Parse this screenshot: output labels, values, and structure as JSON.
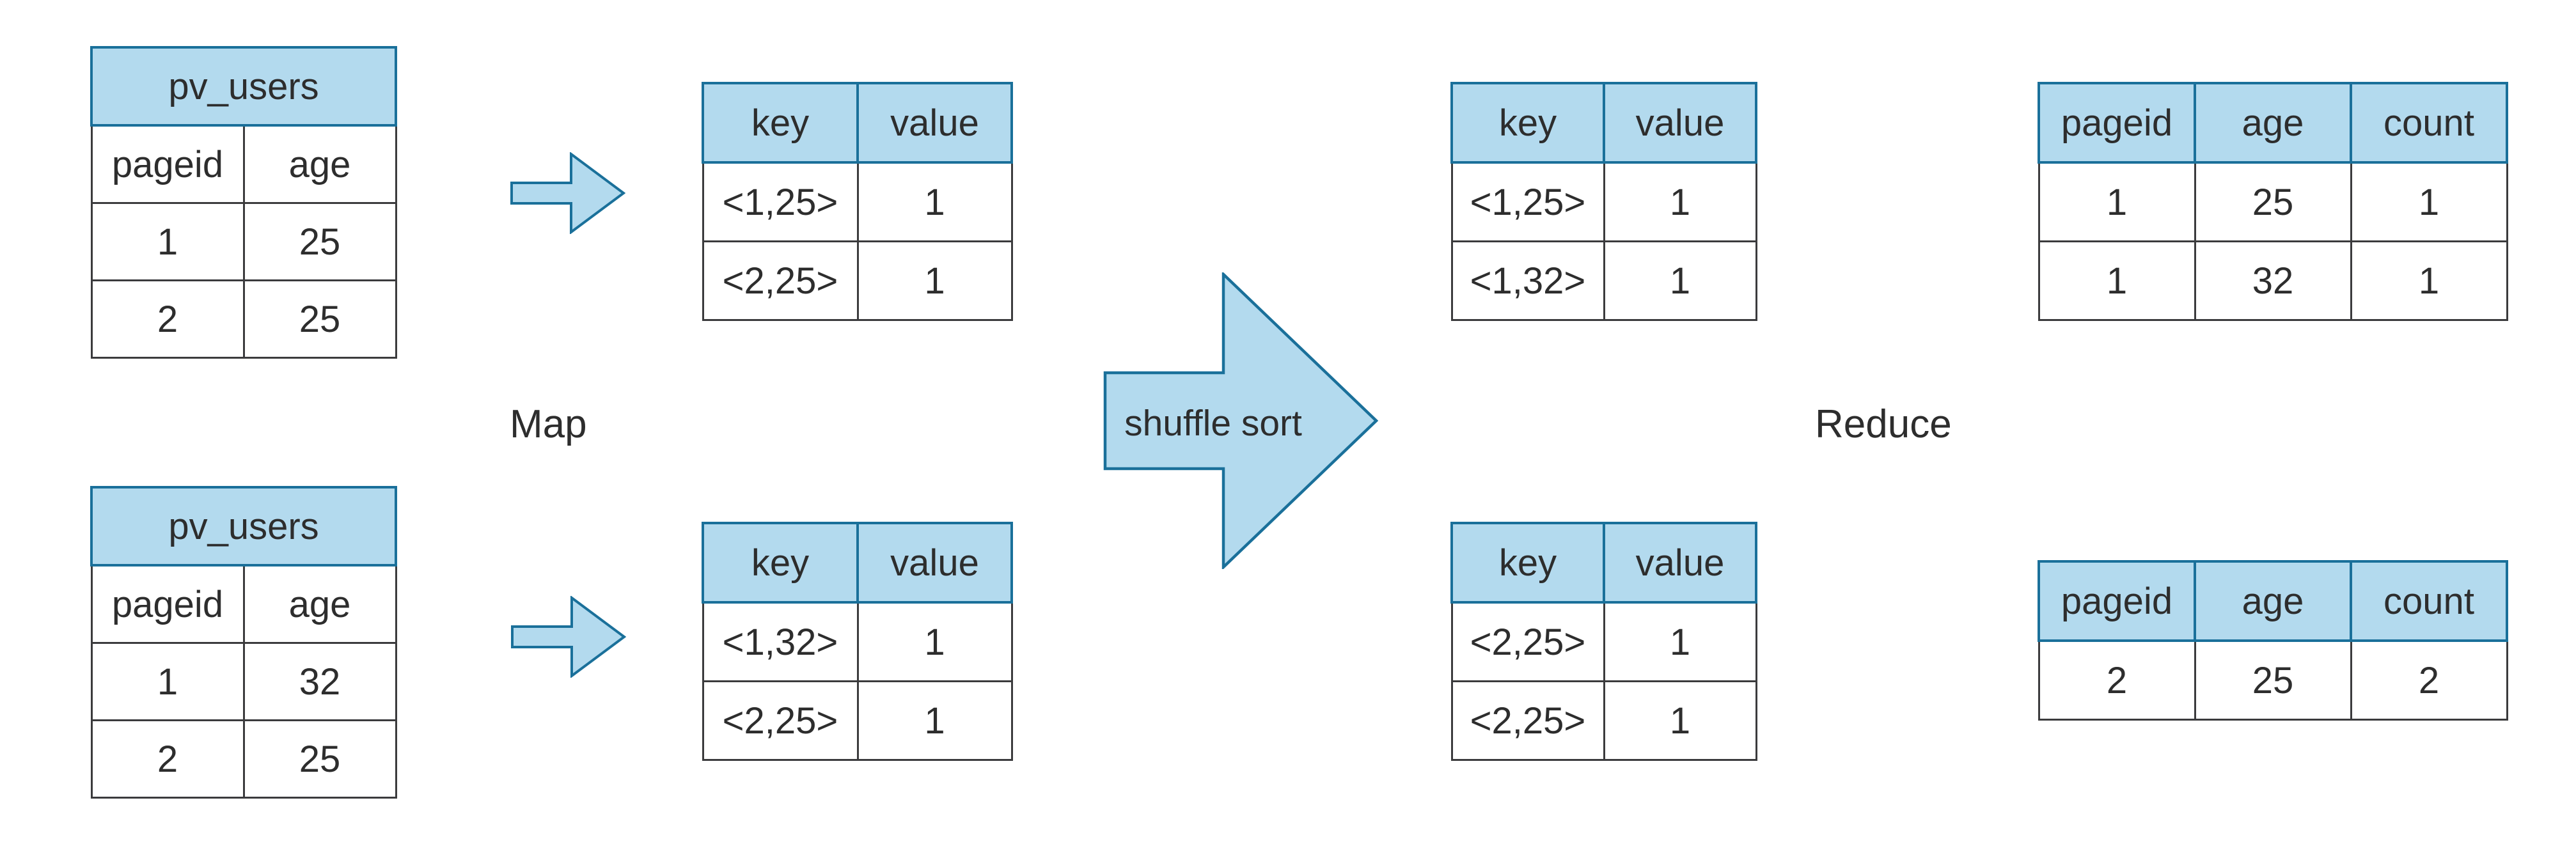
{
  "colors": {
    "header_fill": "#b3daee",
    "header_border": "#1a709a",
    "cell_border": "#3b3b3d",
    "text": "#2d2d2d"
  },
  "labels": {
    "map": "Map",
    "shuffle": "shuffle sort",
    "reduce": "Reduce"
  },
  "tables": {
    "pv1": {
      "title": "pv_users",
      "headers": [
        "pageid",
        "age"
      ],
      "rows": [
        [
          "1",
          "25"
        ],
        [
          "2",
          "25"
        ]
      ]
    },
    "map_out1": {
      "headers": [
        "key",
        "value"
      ],
      "rows": [
        [
          "<1,25>",
          "1"
        ],
        [
          "<2,25>",
          "1"
        ]
      ]
    },
    "shuffle_out1": {
      "headers": [
        "key",
        "value"
      ],
      "rows": [
        [
          "<1,25>",
          "1"
        ],
        [
          "<1,32>",
          "1"
        ]
      ]
    },
    "reduce_out1": {
      "headers": [
        "pageid",
        "age",
        "count"
      ],
      "rows": [
        [
          "1",
          "25",
          "1"
        ],
        [
          "1",
          "32",
          "1"
        ]
      ]
    },
    "pv2": {
      "title": "pv_users",
      "headers": [
        "pageid",
        "age"
      ],
      "rows": [
        [
          "1",
          "32"
        ],
        [
          "2",
          "25"
        ]
      ]
    },
    "map_out2": {
      "headers": [
        "key",
        "value"
      ],
      "rows": [
        [
          "<1,32>",
          "1"
        ],
        [
          "<2,25>",
          "1"
        ]
      ]
    },
    "shuffle_out2": {
      "headers": [
        "key",
        "value"
      ],
      "rows": [
        [
          "<2,25>",
          "1"
        ],
        [
          "<2,25>",
          "1"
        ]
      ]
    },
    "reduce_out2": {
      "headers": [
        "pageid",
        "age",
        "count"
      ],
      "rows": [
        [
          "2",
          "25",
          "2"
        ]
      ]
    }
  }
}
